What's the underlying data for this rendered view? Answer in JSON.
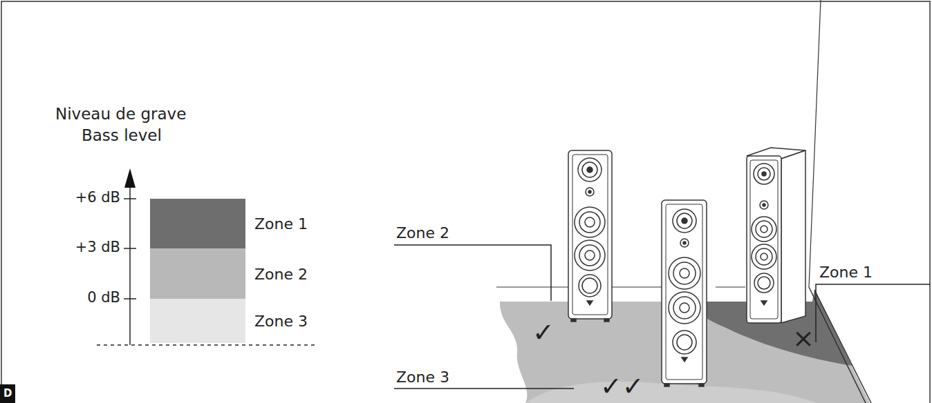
{
  "diagram": {
    "nodes": [
      {
        "text": [
          "Zone 1"
        ]
      },
      {
        "text": [
          "Zone 2"
        ]
      },
      {
        "text": [
          "Zone 3"
        ]
      }
    ],
    "labels": [
      "Niveau de grave",
      "Bass level",
      "+6 dB",
      "+3 dB",
      "0 dB",
      "Zone 2",
      "Zone 3",
      "Zone 1",
      "✓",
      "✓✓",
      "×",
      "D"
    ]
  }
}
